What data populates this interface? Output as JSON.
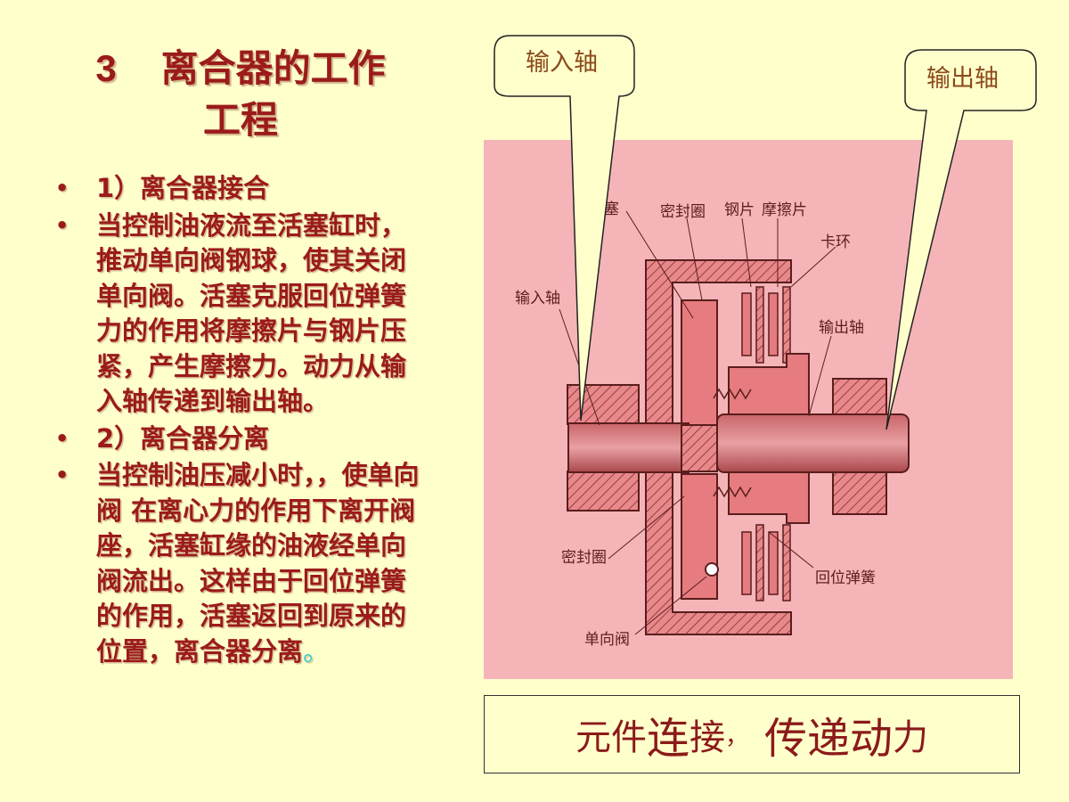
{
  "slide": {
    "title_num": "3",
    "title_line1": "离合器的工作",
    "title_line2": "工程",
    "bullets": [
      {
        "text": "1）离合器接合"
      },
      {
        "text": "当控制油液流至活塞缸时，推动单向阀钢球，使其关闭单向阀。活塞克服回位弹簧力的作用将摩擦片与钢片压紧，产生摩擦力。动力从输入轴传递到输出轴。"
      },
      {
        "text": "2）离合器分离"
      },
      {
        "text": "当控制油压减小时，，使单向阀 在离心力的作用下离开阀座，活塞缸缘的油液经单向阀流出。这样由于回位弹簧的作用，活塞返回到原来的位置，离合器分离",
        "tail": "。"
      }
    ],
    "bullet_symbol": "•",
    "callouts": {
      "input": "输入轴",
      "output": "输出轴"
    },
    "diagram_labels": {
      "piston": "活塞",
      "seal_top": "密封圈",
      "steel_plate": "钢片",
      "friction_plate": "摩擦片",
      "snap_ring": "卡环",
      "input_shaft": "输入轴",
      "output_shaft": "输出轴",
      "seal_bottom": "密封圈",
      "return_spring": "回位弹簧",
      "check_valve": "单向阀"
    },
    "caption": {
      "p1": "元件",
      "p2": "连",
      "p3": "接",
      "p4": "，",
      "p5": "传递动",
      "p6": "力"
    },
    "colors": {
      "text_red": "#9b1b1b",
      "background": "#ffffcc",
      "figure_bg": "#f5b5b8",
      "part_fill": "#e67c7f"
    }
  }
}
